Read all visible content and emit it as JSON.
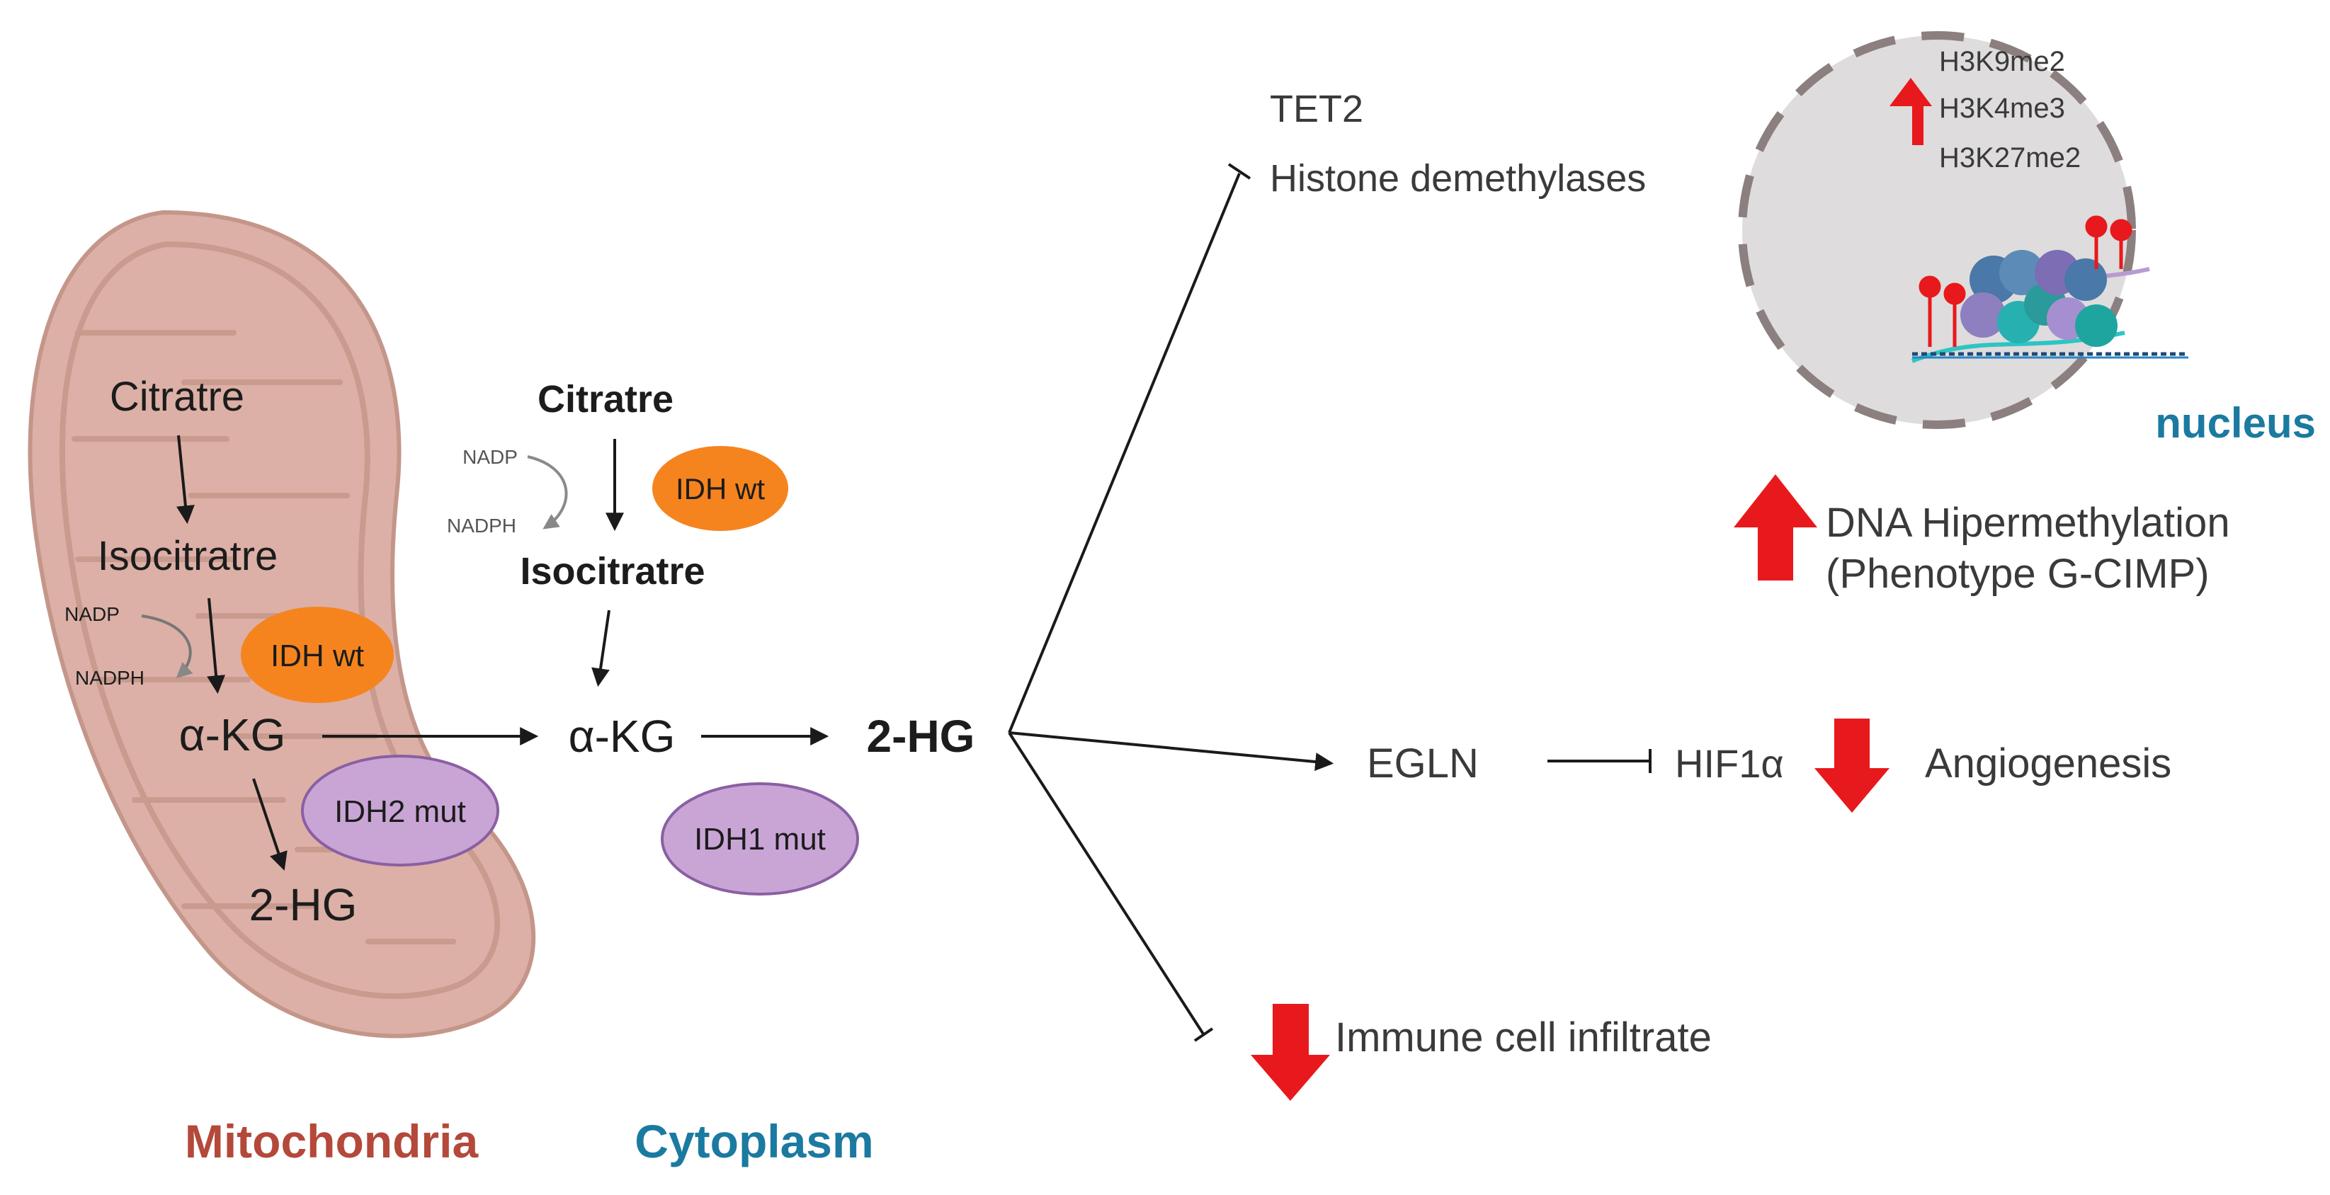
{
  "mitochondria": {
    "label": "Mitochondria",
    "citrate": "Citratre",
    "isocitrate": "Isocitratre",
    "nadp": "NADP",
    "nadph": "NADPH",
    "idh_wt": "IDH wt",
    "akg": "α-KG",
    "idh2_mut": "IDH2 mut",
    "hg2": "2-HG"
  },
  "cytoplasm": {
    "label": "Cytoplasm",
    "citrate": "Citratre",
    "isocitrate": "Isocitratre",
    "nadp": "NADP",
    "nadph": "NADPH",
    "idh_wt": "IDH wt",
    "akg": "α-KG",
    "hg2": "2-HG",
    "idh1_mut": "IDH1 mut"
  },
  "targets": {
    "tet2": "TET2",
    "histone_demethylases": "Histone demethylases",
    "egln": "EGLN",
    "hif1a": "HIF1α",
    "angiogenesis": "Angiogenesis",
    "immune": "Immune cell infiltrate"
  },
  "nucleus": {
    "label": "nucleus",
    "marks": [
      "H3K9me2",
      "H3K4me3",
      "H3K27me2"
    ]
  },
  "hypermethylation": {
    "line1": "DNA Hipermethylation",
    "line2": "(Phenotype G-CIMP)"
  },
  "colors": {
    "mito_outer": "#dcb0a6",
    "mito_inner": "#cf9f93",
    "mito_label": "#b4483a",
    "cyto_label": "#1b7aa0",
    "nucleus_label": "#1b7aa0",
    "idh_wt": "#f5841f",
    "idh_mut": "#c9a5d6",
    "red_arrow": "#e8191c"
  }
}
